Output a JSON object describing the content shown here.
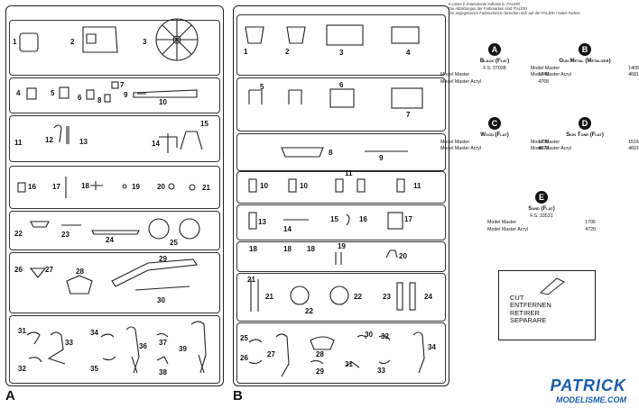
{
  "sheet_a": {
    "label": "A",
    "part_numbers": [
      "1",
      "2",
      "3",
      "4",
      "5",
      "6",
      "7",
      "8",
      "9",
      "10",
      "11",
      "12",
      "13",
      "14",
      "15",
      "16",
      "17",
      "18",
      "19",
      "20",
      "21",
      "22",
      "23",
      "24",
      "25",
      "26",
      "27",
      "28",
      "29",
      "30",
      "31",
      "32",
      "33",
      "34",
      "35",
      "36",
      "37",
      "38",
      "39"
    ]
  },
  "sheet_b": {
    "label": "B",
    "part_numbers": [
      "1",
      "2",
      "3",
      "4",
      "5",
      "6",
      "7",
      "8",
      "9",
      "10",
      "10",
      "11",
      "11",
      "13",
      "14",
      "15",
      "16",
      "17",
      "18",
      "18",
      "18",
      "19",
      "20",
      "21",
      "21",
      "22",
      "22",
      "23",
      "24",
      "25",
      "26",
      "27",
      "28",
      "29",
      "30",
      "31",
      "32",
      "33",
      "34"
    ]
  },
  "header_lines": [
    "Il colore è chiaramente indicato in ITALERI",
    "Die Abbildungen der Farbmarken sind ITALERI",
    "Die angegebenen Farbnummern beziehen sich auf die ITALERI / Italeri Farben"
  ],
  "paints": [
    {
      "letter": "A",
      "name": "Black (Flat)",
      "lines": [
        {
          "k": "F.S. 37038",
          "v": ""
        },
        {
          "k": "Model Master",
          "v": "1749"
        },
        {
          "k": "Model Master Acryl",
          "v": "4768"
        }
      ]
    },
    {
      "letter": "B",
      "name": "Gun Metal (Metalizer)",
      "lines": [
        {
          "k": "Model Master",
          "v": "1405"
        },
        {
          "k": "Model Master Acryl",
          "v": "4681"
        }
      ]
    },
    {
      "letter": "C",
      "name": "Wood (Flat)",
      "lines": [
        {
          "k": "Model Master",
          "v": "1735"
        },
        {
          "k": "Model Master Acryl",
          "v": "4673"
        }
      ]
    },
    {
      "letter": "D",
      "name": "Skin Tone (Flat)",
      "lines": [
        {
          "k": "Model Master",
          "v": "1516"
        },
        {
          "k": "Model Master Acryl",
          "v": "4601"
        }
      ]
    },
    {
      "letter": "E",
      "name": "Sand (Flat)",
      "lines": [
        {
          "k": "F.S. 33531",
          "v": ""
        },
        {
          "k": "Model Master",
          "v": "1706"
        },
        {
          "k": "Model Master Acryl",
          "v": "4720"
        }
      ]
    }
  ],
  "cut_box": [
    "CUT",
    "ENTFERNEN",
    "RETIRER",
    "SEPARARE"
  ],
  "watermark": {
    "brand": "PATRICK",
    "site": "MODELISME.COM"
  }
}
